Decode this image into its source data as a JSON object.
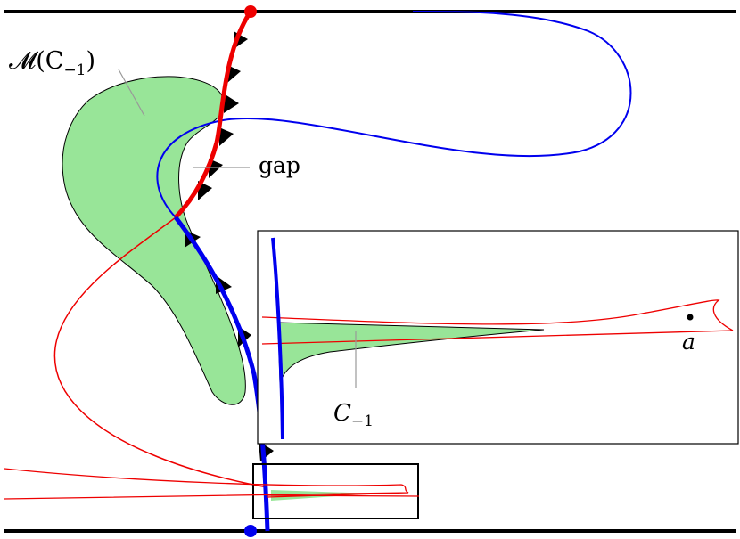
{
  "labels": {
    "region": "𝓜(C",
    "region_sub": "−1",
    "region_close": ")",
    "gap": "gap",
    "curve": "C",
    "curve_sub": "−1",
    "point": "a"
  },
  "colors": {
    "red": "#ee0000",
    "blue": "#0000ee",
    "green_fill": "#98e598",
    "black": "#000000",
    "leader": "#999999"
  }
}
